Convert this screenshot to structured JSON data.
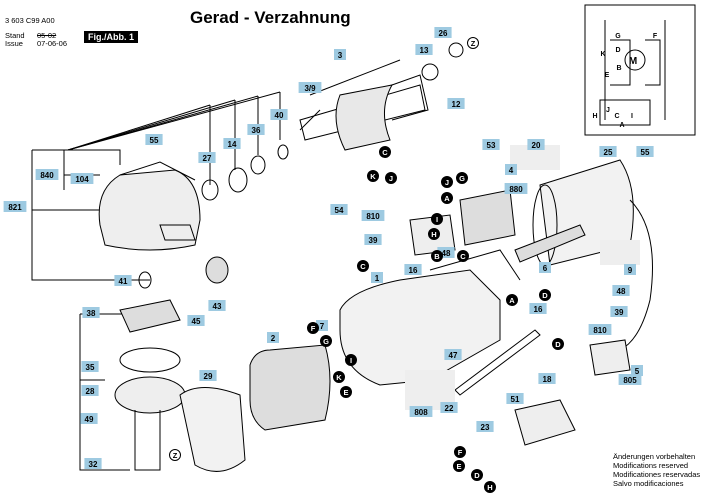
{
  "header": {
    "doc_number": "3 603 C99 A00",
    "stand_label": "Stand",
    "stand_value": "05-02",
    "issue_label": "Issue",
    "issue_value": "07-06-06",
    "fig_label": "Fig./Abb. 1"
  },
  "title": "Gerad - Verzahnung",
  "part_labels": [
    "3",
    "3/9",
    "13",
    "26",
    "12",
    "53",
    "4",
    "880",
    "20",
    "25",
    "55",
    "27",
    "14",
    "36",
    "40",
    "55",
    "840",
    "104",
    "821",
    "54",
    "810",
    "39",
    "16",
    "48",
    "1",
    "6",
    "9",
    "48",
    "16",
    "39",
    "810",
    "41",
    "43",
    "38",
    "45",
    "7",
    "2",
    "29",
    "35",
    "28",
    "49",
    "32",
    "47",
    "18",
    "22",
    "808",
    "51",
    "23",
    "805",
    "5"
  ],
  "letter_labels": [
    "Z",
    "C",
    "K",
    "J",
    "J",
    "G",
    "A",
    "C",
    "C",
    "I",
    "H",
    "D",
    "A",
    "D",
    "F",
    "G",
    "I",
    "K",
    "E",
    "F",
    "E",
    "D",
    "H",
    "Z",
    "B"
  ],
  "notes": [
    "Änderungen vorbehalten",
    "Modifications reserved",
    "Modificationes reservadas",
    "Salvo modificaciones"
  ],
  "circuit_letters": [
    "G",
    "D",
    "F",
    "K",
    "B",
    "E",
    "H",
    "M",
    "J",
    "C",
    "I",
    "A"
  ]
}
